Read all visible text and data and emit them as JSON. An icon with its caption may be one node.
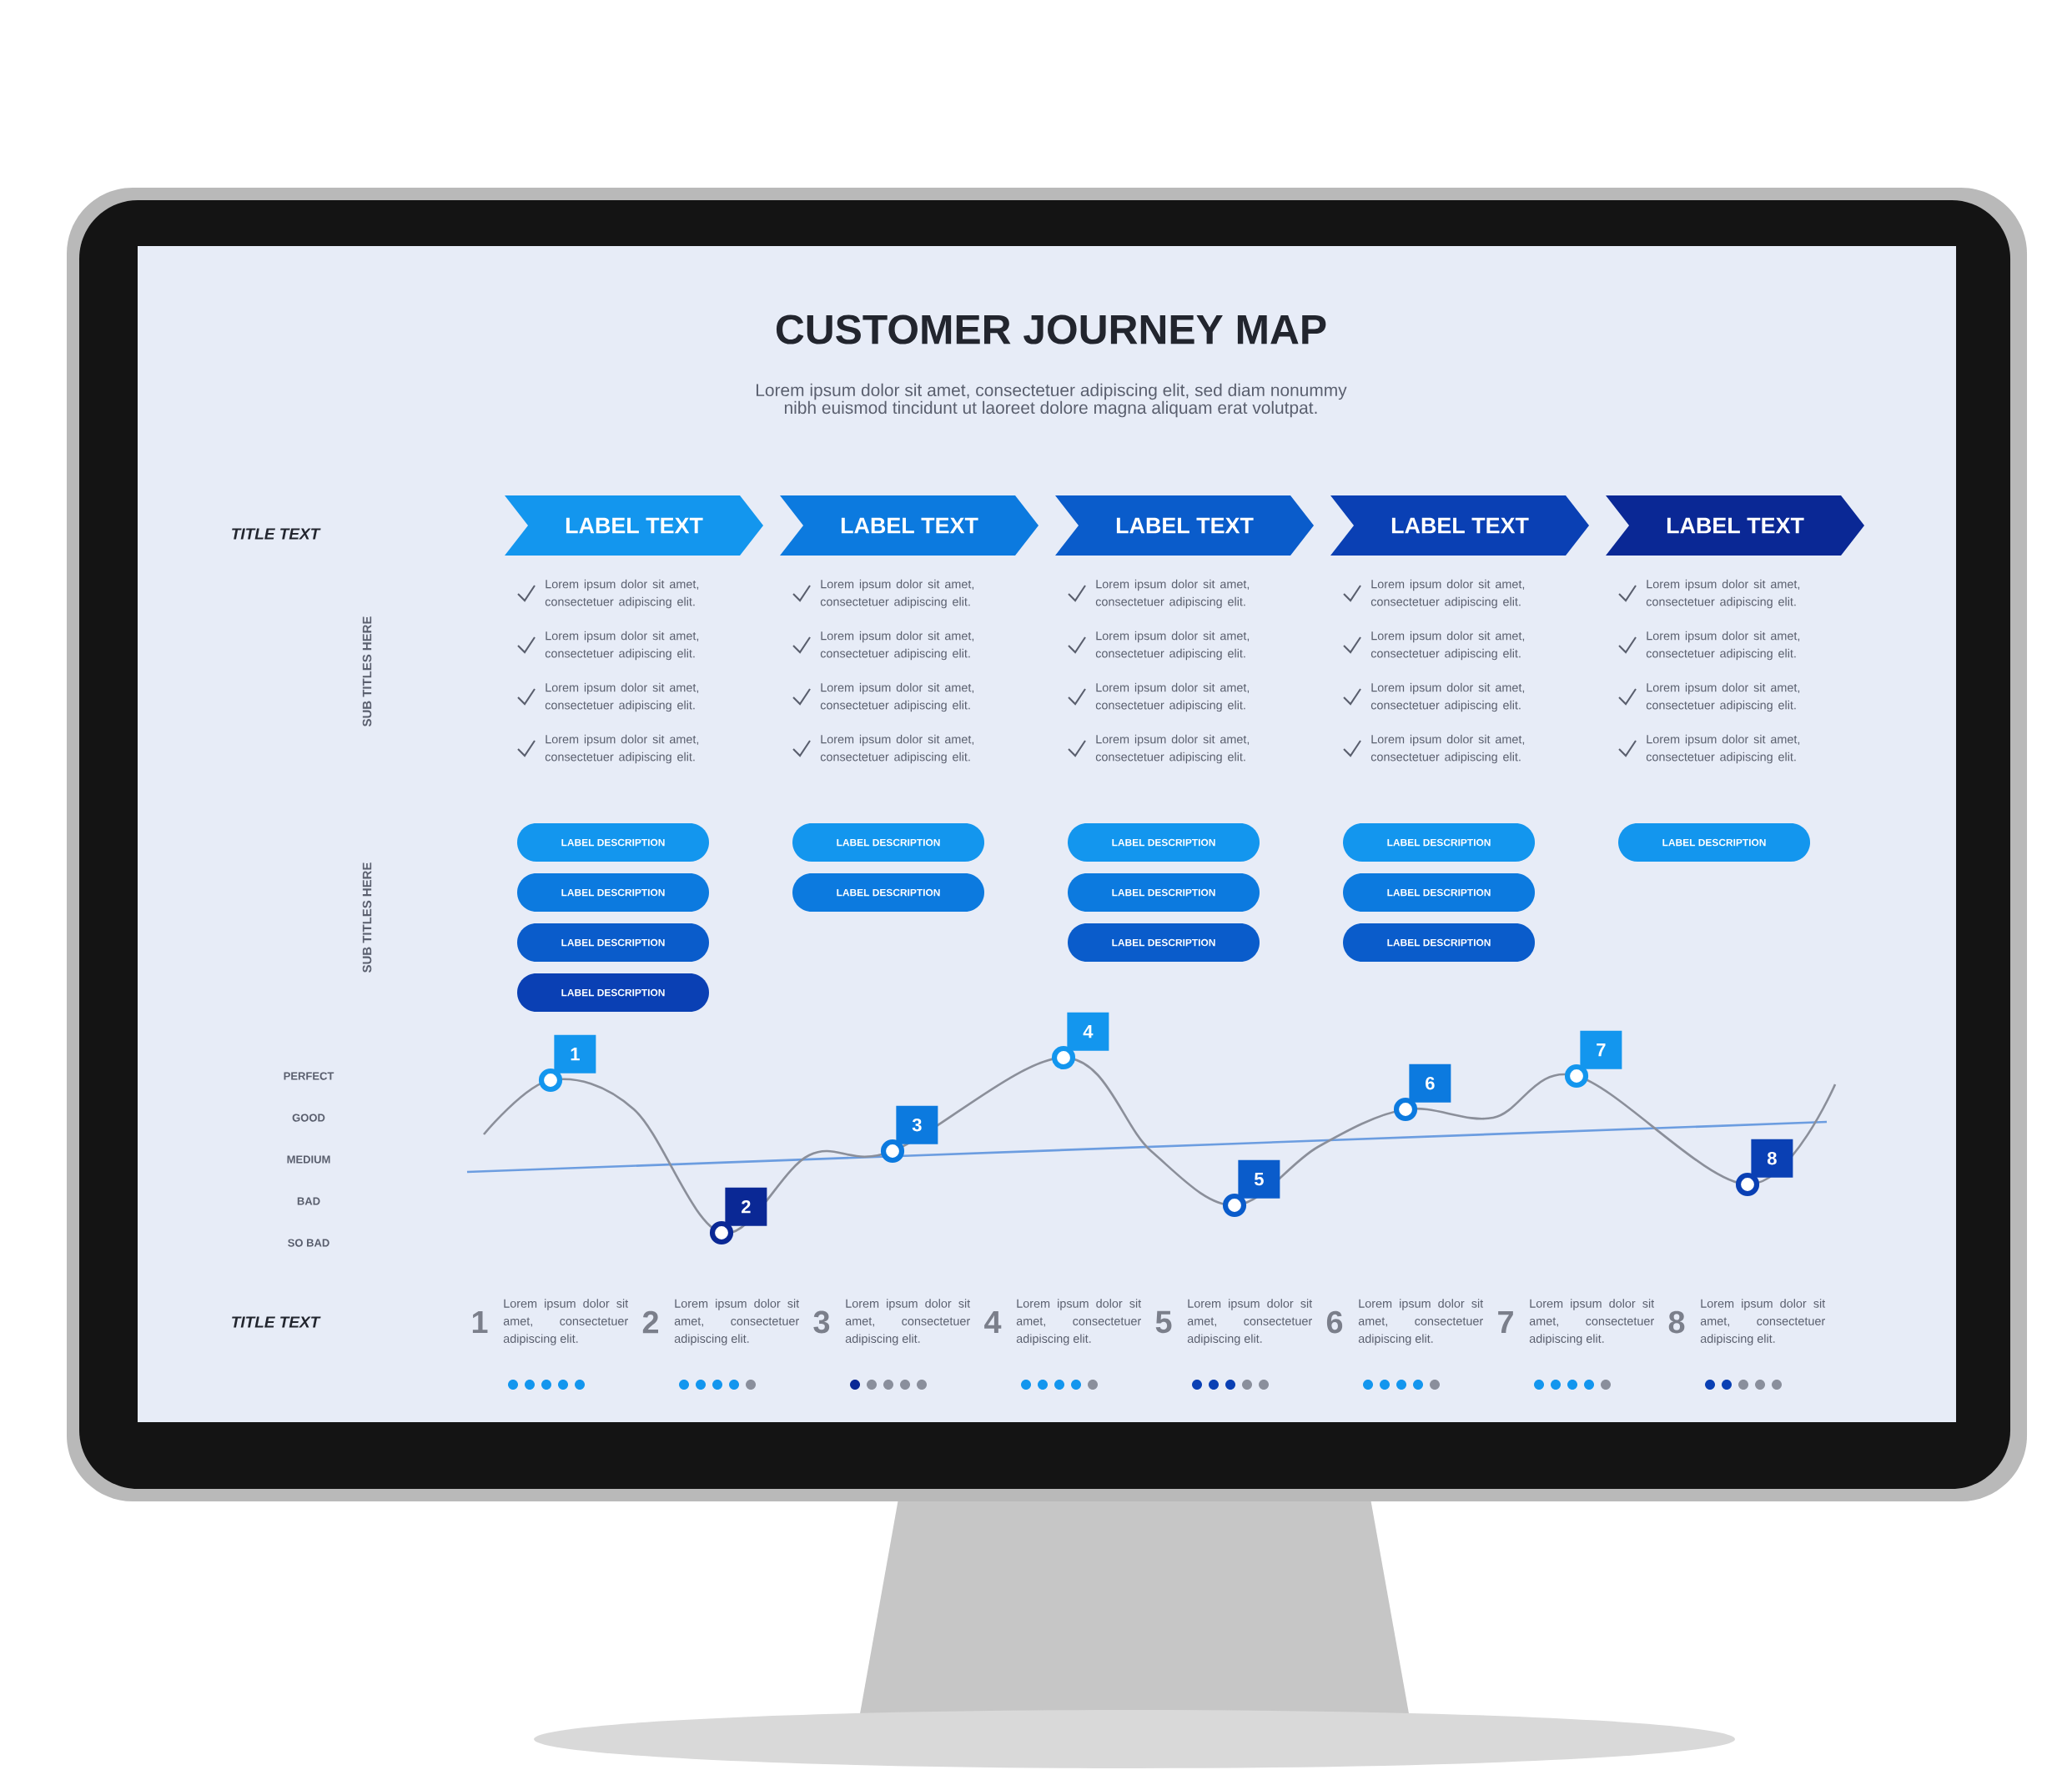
{
  "diagram": {
    "title": "CUSTOMER JOURNEY MAP",
    "nodes": [
      {
        "text": [
          "LABEL TEXT"
        ]
      },
      {
        "text": [
          "LABEL TEXT"
        ]
      },
      {
        "text": [
          "LABEL TEXT"
        ]
      },
      {
        "text": [
          "LABEL TEXT"
        ]
      },
      {
        "text": [
          "LABEL TEXT"
        ]
      },
      {
        "text": [
          "LABEL DESCRIPTION"
        ]
      },
      {
        "text": [
          "LABEL DESCRIPTION"
        ]
      },
      {
        "text": [
          "LABEL DESCRIPTION"
        ]
      },
      {
        "text": [
          "LABEL DESCRIPTION"
        ]
      },
      {
        "text": [
          "LABEL DESCRIPTION"
        ]
      },
      {
        "text": [
          "LABEL DESCRIPTION"
        ]
      },
      {
        "text": [
          "LABEL DESCRIPTION"
        ]
      },
      {
        "text": [
          "LABEL DESCRIPTION"
        ]
      },
      {
        "text": [
          "LABEL DESCRIPTION"
        ]
      },
      {
        "text": [
          "LABEL DESCRIPTION"
        ]
      },
      {
        "text": [
          "LABEL DESCRIPTION"
        ]
      },
      {
        "text": [
          "LABEL DESCRIPTION"
        ]
      },
      {
        "text": [
          "LABEL DESCRIPTION"
        ]
      },
      {
        "text": [
          "1"
        ]
      },
      {
        "text": [
          "2"
        ]
      },
      {
        "text": [
          "3"
        ]
      },
      {
        "text": [
          "4"
        ]
      },
      {
        "text": [
          "5"
        ]
      },
      {
        "text": [
          "6"
        ]
      },
      {
        "text": [
          "7"
        ]
      },
      {
        "text": [
          "8"
        ]
      }
    ],
    "labels": [
      "Lorem ipsum dolor sit amet, consectetuer adipiscing elit, sed diam nonummy nibh euismod tincidunt ut laoreet dolore magna aliquam erat volutpat.",
      "TITLE TEXT",
      "SUB TITLES HERE",
      "Lorem ipsum dolor sit amet, consectetuer adipiscing elit.",
      "Lorem ipsum dolor sit amet, consectetuer adipiscing elit.",
      "Lorem ipsum dolor sit amet, consectetuer adipiscing elit.",
      "Lorem ipsum dolor sit amet, consectetuer adipiscing elit.",
      "Lorem ipsum dolor sit amet, consectetuer adipiscing elit.",
      "Lorem ipsum dolor sit amet, consectetuer adipiscing elit.",
      "Lorem ipsum dolor sit amet, consectetuer adipiscing elit.",
      "Lorem ipsum dolor sit amet, consectetuer adipiscing elit.",
      "Lorem ipsum dolor sit amet, consectetuer adipiscing elit.",
      "Lorem ipsum dolor sit amet, consectetuer adipiscing elit.",
      "Lorem ipsum dolor sit amet, consectetuer adipiscing elit.",
      "Lorem ipsum dolor sit amet, consectetuer adipiscing elit.",
      "Lorem ipsum dolor sit amet, consectetuer adipiscing elit.",
      "Lorem ipsum dolor sit amet, consectetuer adipiscing elit.",
      "Lorem ipsum dolor sit amet, consectetuer adipiscing elit.",
      "Lorem ipsum dolor sit amet, consectetuer adipiscing elit.",
      "Lorem ipsum dolor sit amet, consectetuer adipiscing elit.",
      "Lorem ipsum dolor sit amet, consectetuer adipiscing elit.",
      "Lorem ipsum dolor sit amet, consectetuer adipiscing elit.",
      "Lorem ipsum dolor sit amet, consectetuer adipiscing elit.",
      "SUB TITLES HERE",
      "PERFECT",
      "GOOD",
      "MEDIUM",
      "BAD",
      "SO BAD",
      "TITLE TEXT",
      "1",
      "Lorem ipsum dolor sit amet, consectetuer adipiscing elit.",
      "2",
      "Lorem ipsum dolor sit amet, consectetuer adipiscing elit.",
      "3",
      "Lorem ipsum dolor sit amet, consectetuer adipiscing elit.",
      "4",
      "Lorem ipsum dolor sit amet, consectetuer adipiscing elit.",
      "5",
      "Lorem ipsum dolor sit amet, consectetuer adipiscing elit.",
      "6",
      "Lorem ipsum dolor sit amet, consectetuer adipiscing elit.",
      "7",
      "Lorem ipsum dolor sit amet, consectetuer adipiscing elit.",
      "8",
      "Lorem ipsum dolor sit amet, consectetuer adipiscing elit."
    ]
  }
}
